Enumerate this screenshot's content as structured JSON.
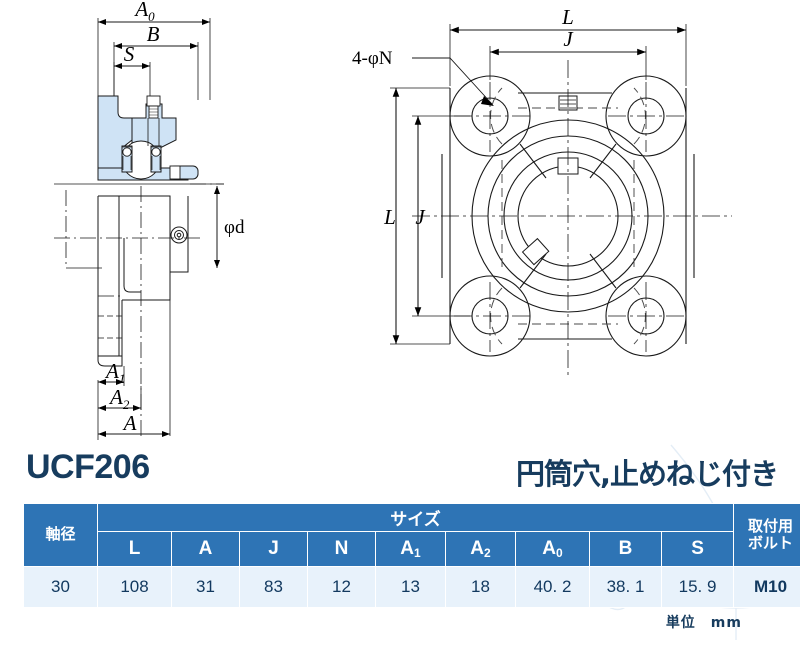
{
  "header": {
    "model": "UCF206",
    "type_description": "円筒穴,止めねじ付き"
  },
  "drawings": {
    "side_view": {
      "name": "side-section-view",
      "dimension_labels": [
        "A₀",
        "B",
        "S",
        "φd",
        "A₁",
        "A₂",
        "A"
      ],
      "labels": {
        "a0": "A",
        "a0_sub": "0",
        "b": "B",
        "s": "S",
        "phid": "φd",
        "a1": "A",
        "a1_sub": "1",
        "a2": "A",
        "a2_sub": "2",
        "a": "A"
      }
    },
    "front_view": {
      "name": "front-flange-view",
      "labels": {
        "l_top": "L",
        "j_top": "J",
        "l_left": "L",
        "j_left": "J",
        "holes": "4-φN"
      }
    }
  },
  "table": {
    "group_headers": {
      "shaft": "軸径",
      "size": "サイズ",
      "bolt_line1": "取付用",
      "bolt_line2": "ボルト"
    },
    "symbols": [
      {
        "base": "L",
        "sub": ""
      },
      {
        "base": "A",
        "sub": ""
      },
      {
        "base": "J",
        "sub": ""
      },
      {
        "base": "N",
        "sub": ""
      },
      {
        "base": "A",
        "sub": "1"
      },
      {
        "base": "A",
        "sub": "2"
      },
      {
        "base": "A",
        "sub": "0"
      },
      {
        "base": "B",
        "sub": ""
      },
      {
        "base": "S",
        "sub": ""
      }
    ],
    "row": {
      "shaft_diameter": "30",
      "values": [
        "108",
        "31",
        "83",
        "12",
        "13",
        "18",
        "40. 2",
        "38. 1",
        "15. 9"
      ],
      "bolt": "M10"
    },
    "unit_note": "単位　mm"
  },
  "colors": {
    "header_blue": "#2e74b5",
    "row_blue": "#e8f2fb",
    "title_navy": "#173c5e",
    "section_fill": "#cfe3f5",
    "line": "#1a1a1a"
  }
}
